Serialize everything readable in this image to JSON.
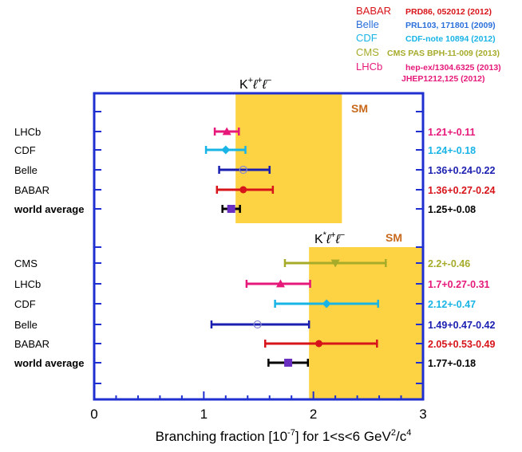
{
  "legend": [
    {
      "name": "BABAR",
      "ref": "PRD86, 052012 (2012)",
      "color": "#d7141a"
    },
    {
      "name": "Belle",
      "ref": "PRL103, 171801 (2009)",
      "color": "#2a6fdb"
    },
    {
      "name": "CDF",
      "ref": "CDF-note 10894 (2012)",
      "color": "#19b4e6"
    },
    {
      "name": "CMS",
      "ref": "CMS PAS BPH-11-009 (2013)",
      "color": "#a6ab2a"
    },
    {
      "name": "LHCb",
      "ref": "hep-ex/1304.6325 (2013)",
      "ref2": "JHEP1212,125 (2012)",
      "color": "#e6197a"
    }
  ],
  "colors": {
    "frame": "#1f2fd0",
    "sm_band": "#fdd343",
    "sm_text": "#c8691c",
    "world_average": "#000000",
    "world_average_marker": "#6a2fc0",
    "babar": "#d7141a",
    "belle": "#1a1fb0",
    "cdf": "#19b4e6",
    "cms": "#a6ab2a",
    "lhcb": "#e6197a"
  },
  "chart_data": {
    "type": "scatter",
    "x_axis": {
      "label": "Branching fraction [10⁻⁷] for 1<s<6 GeV²/c⁴",
      "range": [
        0,
        3
      ],
      "ticks": [
        0,
        1,
        2,
        3
      ],
      "tick_labels": [
        "0",
        "1",
        "2",
        "3"
      ]
    },
    "panels": [
      {
        "decay": "K",
        "decay_sup": "+",
        "sm_label": "SM",
        "sm_band": [
          1.29,
          2.26
        ],
        "rows": [
          {
            "label": "LHCb",
            "value": 1.21,
            "err_lo": 0.11,
            "err_hi": 0.11,
            "text": "1.21+-0.11",
            "color_key": "lhcb",
            "marker": "triangle-up",
            "bold": false
          },
          {
            "label": "CDF",
            "value": 1.2,
            "err_lo": 0.18,
            "err_hi": 0.18,
            "text": "1.24+-0.18",
            "color_key": "cdf",
            "marker": "diamond",
            "bold": false
          },
          {
            "label": "Belle",
            "value": 1.36,
            "err_lo": 0.22,
            "err_hi": 0.24,
            "text": "1.36+0.24-0.22",
            "color_key": "belle",
            "marker": "open-circle",
            "bold": false
          },
          {
            "label": "BABAR",
            "value": 1.36,
            "err_lo": 0.24,
            "err_hi": 0.27,
            "text": "1.36+0.27-0.24",
            "color_key": "babar",
            "marker": "circle",
            "bold": false
          },
          {
            "label": "world average",
            "value": 1.25,
            "err_lo": 0.08,
            "err_hi": 0.08,
            "text": "1.25+-0.08",
            "color_key": "world_average",
            "marker": "square",
            "bold": true
          }
        ]
      },
      {
        "decay": "K",
        "decay_sup": "*",
        "sm_label": "SM",
        "sm_band": [
          1.96,
          3.0
        ],
        "rows": [
          {
            "label": "CMS",
            "value": 2.2,
            "err_lo": 0.46,
            "err_hi": 0.46,
            "text": "2.2+-0.46",
            "color_key": "cms",
            "marker": "triangle-down",
            "bold": false
          },
          {
            "label": "LHCb",
            "value": 1.7,
            "err_lo": 0.31,
            "err_hi": 0.27,
            "text": "1.7+0.27-0.31",
            "color_key": "lhcb",
            "marker": "triangle-up",
            "bold": false
          },
          {
            "label": "CDF",
            "value": 2.12,
            "err_lo": 0.47,
            "err_hi": 0.47,
            "text": "2.12+-0.47",
            "color_key": "cdf",
            "marker": "diamond",
            "bold": false
          },
          {
            "label": "Belle",
            "value": 1.49,
            "err_lo": 0.42,
            "err_hi": 0.47,
            "text": "1.49+0.47-0.42",
            "color_key": "belle",
            "marker": "open-circle",
            "bold": false
          },
          {
            "label": "BABAR",
            "value": 2.05,
            "err_lo": 0.49,
            "err_hi": 0.53,
            "text": "2.05+0.53-0.49",
            "color_key": "babar",
            "marker": "circle",
            "bold": false
          },
          {
            "label": "world average",
            "value": 1.77,
            "err_lo": 0.18,
            "err_hi": 0.18,
            "text": "1.77+-0.18",
            "color_key": "world_average",
            "marker": "square",
            "bold": true
          }
        ]
      }
    ]
  }
}
